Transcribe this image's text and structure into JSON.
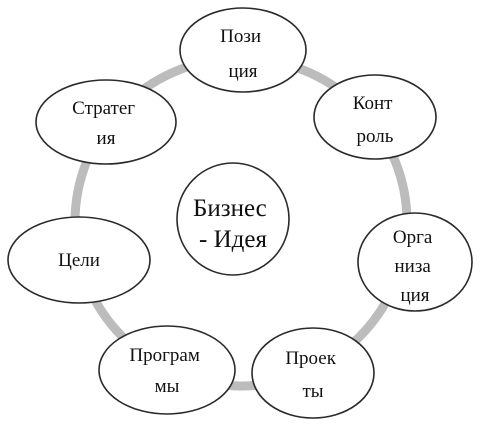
{
  "colors": {
    "ring": "#bcbcbc",
    "stroke": "#2a2a2a",
    "fill": "#ffffff",
    "text": "#111111"
  },
  "center": {
    "lines": [
      "Бизнес",
      "- Идея"
    ]
  },
  "nodes": [
    {
      "id": "poziciya",
      "lines": [
        "Пози",
        "ция"
      ]
    },
    {
      "id": "kontrol",
      "lines": [
        "Конт",
        "роль"
      ]
    },
    {
      "id": "organizaciya",
      "lines": [
        "Орга",
        "низа",
        "ция"
      ]
    },
    {
      "id": "proekty",
      "lines": [
        "Проек",
        "ты"
      ]
    },
    {
      "id": "programmy",
      "lines": [
        "Програм",
        "мы"
      ]
    },
    {
      "id": "celi",
      "lines": [
        "Цели"
      ]
    },
    {
      "id": "strategiya",
      "lines": [
        "Стратег",
        "ия"
      ]
    }
  ]
}
